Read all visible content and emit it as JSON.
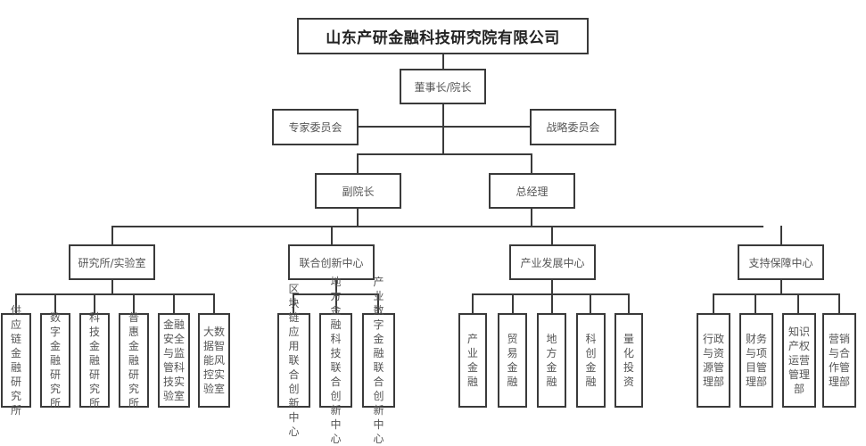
{
  "org": {
    "title": "山东产研金融科技研究院有限公司",
    "chairman": "董事长/院长",
    "committees": [
      "专家委员会",
      "战略委员会"
    ],
    "executives": [
      "副院长",
      "总经理"
    ],
    "centers": [
      {
        "name": "研究所/实验室",
        "units": [
          "供应链金融研究所",
          "数字金融研究所",
          "科技金融研究所",
          "普惠金融研究所",
          "金融安全与监管科技实验室",
          "大数据智能风控实验室"
        ]
      },
      {
        "name": "联合创新中心",
        "units": [
          "区块链应用联合创新中心",
          "地方金融科技联合创新中心",
          "产业数字金融联合创新中心"
        ]
      },
      {
        "name": "产业发展中心",
        "units": [
          "产业金融",
          "贸易金融",
          "地方金融",
          "科创金融",
          "量化投资"
        ]
      },
      {
        "name": "支持保障中心",
        "units": [
          "行政与资源管理部",
          "财务与项目管理部",
          "知识产权运营管理部",
          "营销与合作管理部"
        ]
      }
    ]
  }
}
